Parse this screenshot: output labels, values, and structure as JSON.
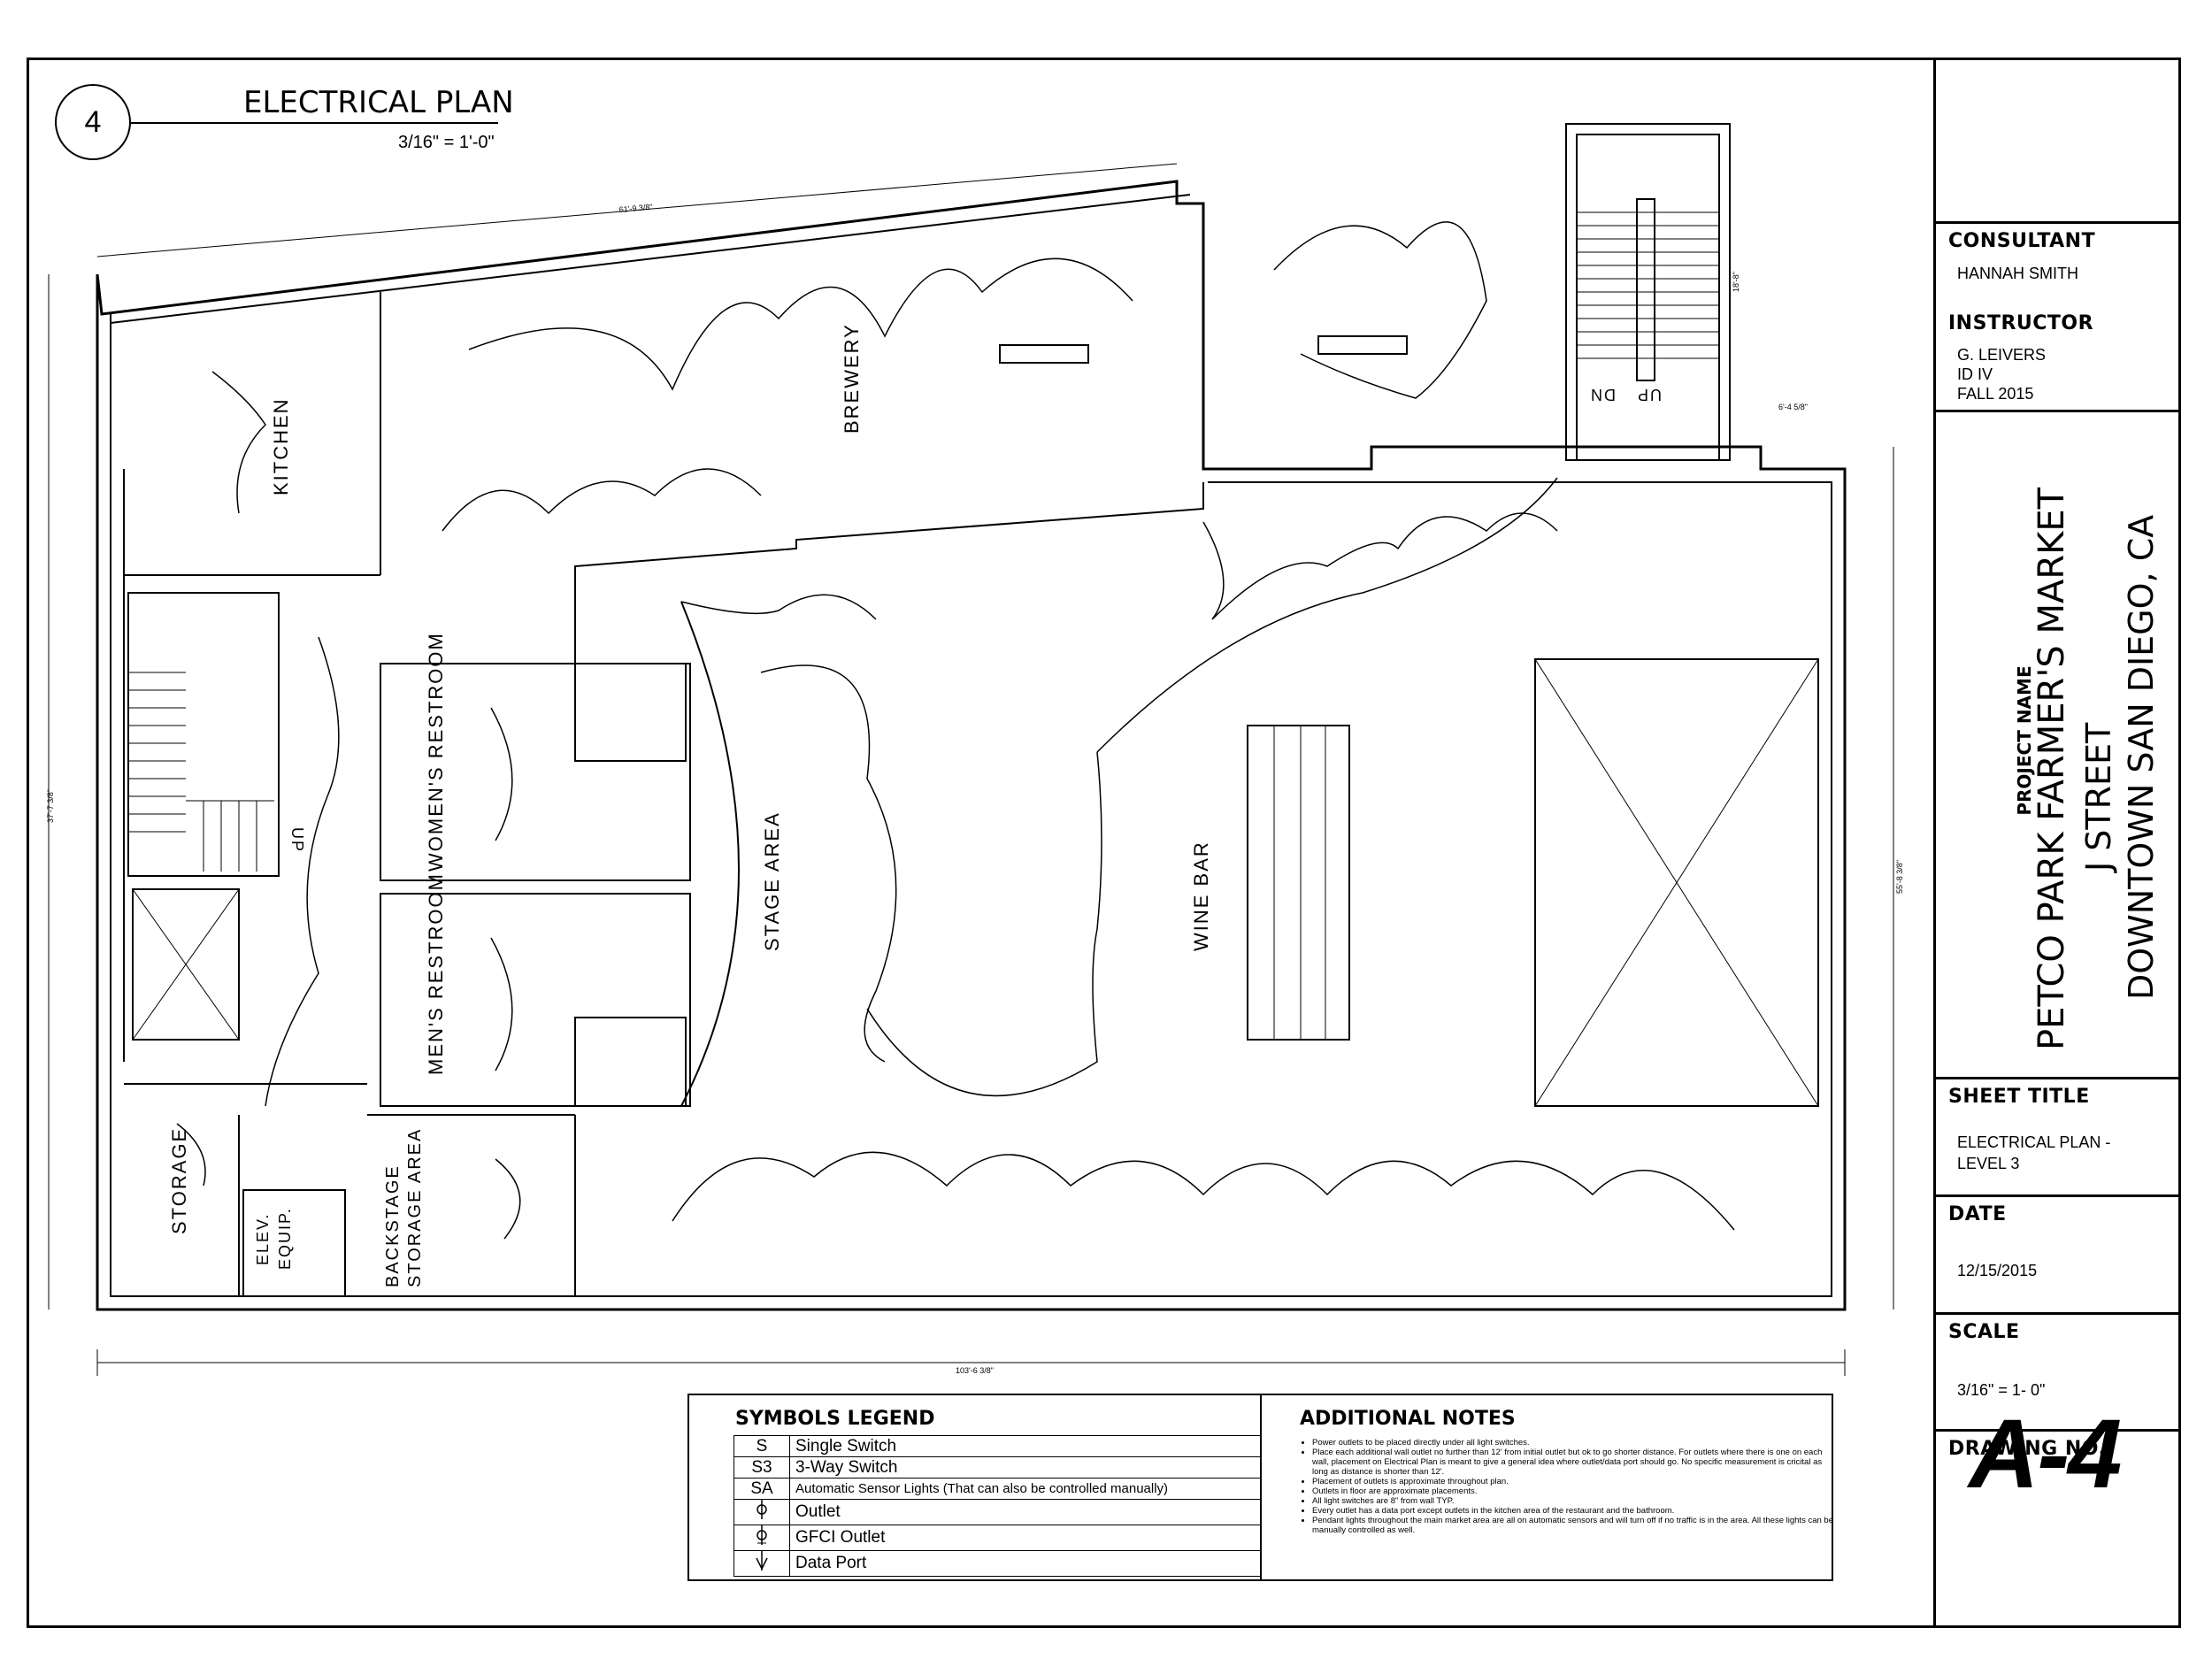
{
  "drawing": {
    "number_badge": "4",
    "title": "ELECTRICAL PLAN",
    "scale": "3/16\" = 1'-0\""
  },
  "rooms": {
    "kitchen": "KITCHEN",
    "brewery": "BREWERY",
    "womens_restroom": "WOMEN'S RESTROOM",
    "mens_restroom": "MEN'S RESTROOM",
    "stage_area": "STAGE AREA",
    "wine_bar": "WINE BAR",
    "storage": "STORAGE",
    "elev_equip_1": "ELEV.",
    "elev_equip_2": "EQUIP.",
    "backstage_1": "BACKSTAGE",
    "backstage_2": "STORAGE AREA",
    "stair_up_1": "UP",
    "stair_up_2": "UP",
    "stair_dn": "DN"
  },
  "dimensions": {
    "top": "61'-9 3/8\"",
    "bottom": "103'-6 3/8\"",
    "left": "37'-7 3/8\"",
    "right": "55'-8 3/8\"",
    "stair_right": "18'-8\"",
    "notch": "6'-4 5/8\""
  },
  "title_block": {
    "consultant_label": "CONSULTANT",
    "consultant": "HANNAH SMITH",
    "instructor_label": "INSTRUCTOR",
    "instructor_lines": [
      "G. LEIVERS",
      "ID IV",
      "FALL 2015"
    ],
    "project_label": "PROJECT NAME",
    "project_lines": [
      "PETCO PARK FARMER'S MARKET",
      "J STREET",
      "DOWNTOWN SAN DIEGO, CA"
    ],
    "sheet_title_label": "SHEET TITLE",
    "sheet_title_lines": [
      "ELECTRICAL PLAN -",
      "LEVEL 3"
    ],
    "date_label": "DATE",
    "date": "12/15/2015",
    "scale_label": "SCALE",
    "scale": "3/16\" = 1- 0\"",
    "drawing_no_label": "DRAWING NO.",
    "drawing_no": "A-4"
  },
  "legend": {
    "title": "SYMBOLS LEGEND",
    "rows": [
      {
        "symbol": "S",
        "desc": "Single Switch"
      },
      {
        "symbol": "S3",
        "desc": "3-Way Switch"
      },
      {
        "symbol": "SA",
        "desc": "Automatic Sensor Lights (That can also be controlled manually)"
      },
      {
        "symbol": "outlet-icon",
        "desc": "Outlet"
      },
      {
        "symbol": "gfci-outlet-icon",
        "desc": "GFCI Outlet"
      },
      {
        "symbol": "data-port-icon",
        "desc": "Data Port"
      }
    ]
  },
  "notes": {
    "title": "ADDITIONAL NOTES",
    "items": [
      "Power outlets to be placed directly under all light switches.",
      "Place each additional wall outlet no further than 12' from initial outlet but ok to go shorter distance. For outlets where there is one on each wall, placement on Electrical Plan is meant to give a general idea where outlet/data port should go. No specific measurement is cricital as long as distance is shorter than 12'.",
      "Placement of outlets is approximate throughout plan.",
      "Outlets in floor are approximate placements.",
      "All light switches are 8\" from wall TYP.",
      "Every outlet has a data port except outlets in the kitchen area of the restaurant and the bathroom.",
      "Pendant lights throughout the main market area are all on automatic sensors and will turn off if no traffic is in the area. All these lights can be manually controlled as well."
    ]
  }
}
